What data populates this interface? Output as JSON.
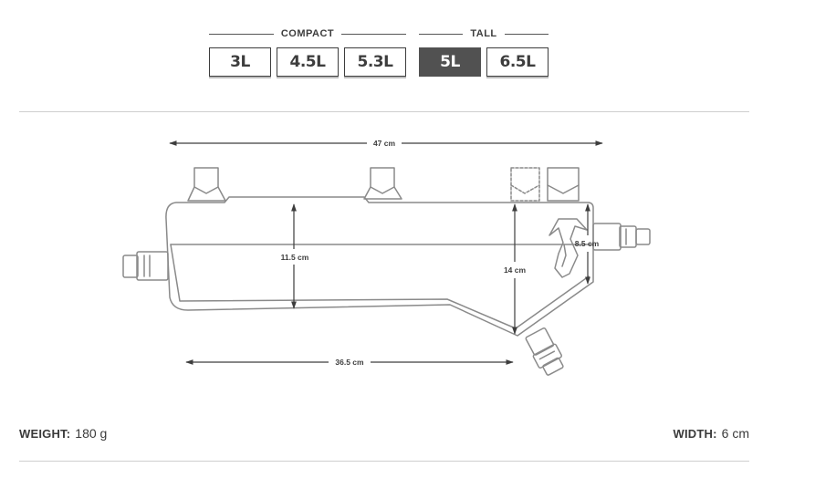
{
  "size_groups": [
    {
      "label": "COMPACT",
      "sizes": [
        "3L",
        "4.5L",
        "5.3L"
      ]
    },
    {
      "label": "TALL",
      "sizes": [
        "5L",
        "6.5L"
      ]
    }
  ],
  "selected_size": "5L",
  "dimensions": {
    "length_top": "47 cm",
    "length_bottom": "36.5 cm",
    "height_front": "11.5 cm",
    "height_rear": "14 cm",
    "height_back": "8.5 cm"
  },
  "specs": {
    "weight_label": "WEIGHT:",
    "weight_value": "180 g",
    "width_label": "WIDTH:",
    "width_value": "6 cm"
  },
  "colors": {
    "active_button": "#515151",
    "outline": "#8a8a8a",
    "dimension_line": "#3d3d3d"
  }
}
